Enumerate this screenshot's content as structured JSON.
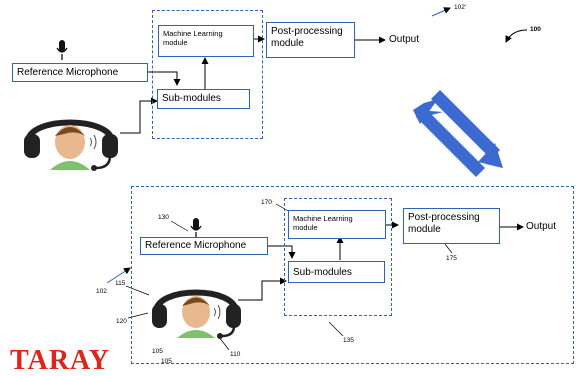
{
  "top": {
    "ref_mic": "Reference Microphone",
    "ml_module": "Machine Learning module",
    "post_module": "Post-processing module",
    "sub_modules": "Sub-modules",
    "output": "Output",
    "ref_102p": "102'",
    "ref_100": "100"
  },
  "bottom": {
    "ref_mic": "Reference Microphone",
    "ml_module": "Machine Learning module",
    "post_module": "Post-processing module",
    "sub_modules": "Sub-modules",
    "output": "Output",
    "ref_102": "102",
    "ref_130": "130",
    "ref_170": "170",
    "ref_175": "175",
    "ref_135": "135",
    "ref_115": "115",
    "ref_120": "120",
    "ref_105a": "105",
    "ref_105b": "105",
    "ref_110": "110"
  },
  "watermark": "TARAY",
  "colors": {
    "accent": "#2f63b8",
    "double_arrow": "#3c6ad0",
    "watermark": "#e2231a",
    "face": "#e8b98f",
    "shirt": "#7cc26a",
    "hair": "#7a4a1e"
  },
  "icons": [
    "microphone-icon",
    "headset-user-icon",
    "double-arrow-icon"
  ]
}
